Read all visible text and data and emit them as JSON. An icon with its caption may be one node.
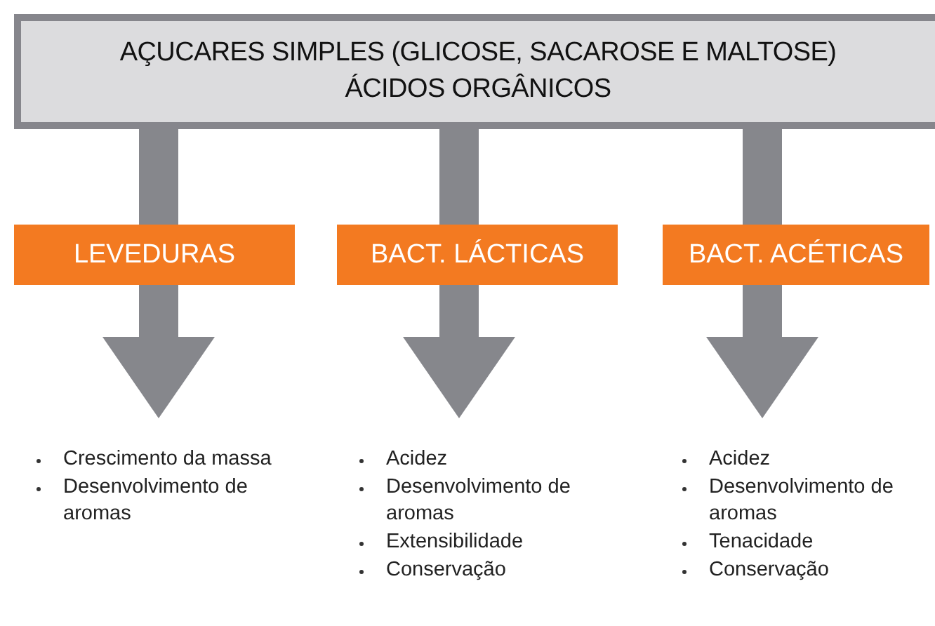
{
  "diagram": {
    "nodes": [
      {
        "text": [
          "AÇUCARES SIMPLES (GLICOSE, SACAROSE E MALTOSE)",
          "ÁCIDOS ORGÂNICOS"
        ]
      },
      {
        "text": [
          "LEVEDURAS"
        ]
      },
      {
        "text": [
          "BACT. LÁCTICAS"
        ]
      },
      {
        "text": [
          "BACT. ACÉTICAS"
        ]
      },
      {
        "text": [
          "Crescimento da massa",
          "Desenvolvimento de aromas"
        ]
      },
      {
        "text": [
          "Acidez",
          "Desenvolvimento de aromas",
          "Extensibilidade",
          "Conservação"
        ]
      },
      {
        "text": [
          "Acidez",
          "Desenvolvimento de aromas",
          "Tenacidade",
          "Conservação"
        ]
      }
    ],
    "edges": [
      {
        "from": 0,
        "to": 1,
        "arrow": "none"
      },
      {
        "from": 0,
        "to": 2,
        "arrow": "none"
      },
      {
        "from": 0,
        "to": 3,
        "arrow": "none"
      },
      {
        "from": 1,
        "to": 4,
        "arrow": "to"
      },
      {
        "from": 2,
        "to": 5,
        "arrow": "to"
      },
      {
        "from": 3,
        "to": 6,
        "arrow": "to"
      }
    ]
  }
}
